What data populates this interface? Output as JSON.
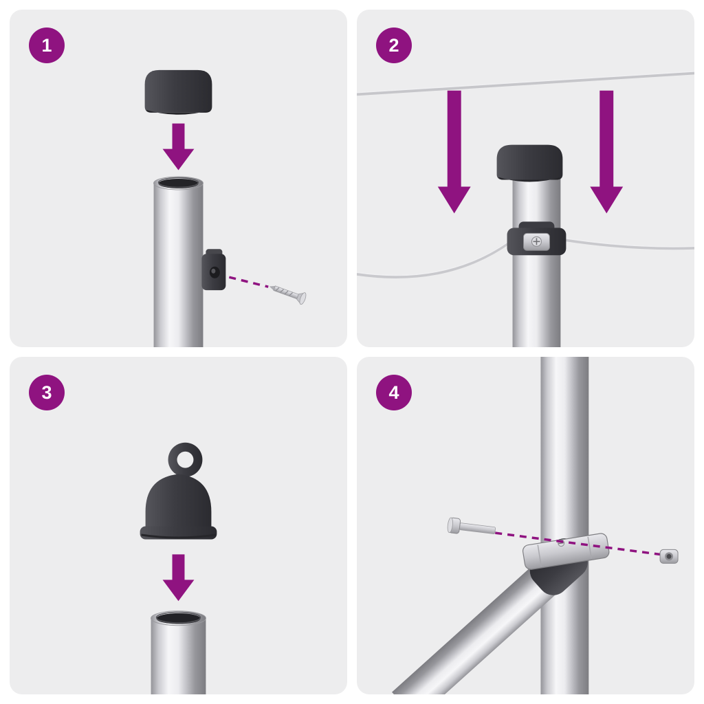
{
  "colors": {
    "accent": "#8F1380",
    "panel_bg": "#EDEDEE",
    "part_dark": "#3B3B40",
    "chrome_light": "#F6F6F8",
    "chrome_dark": "#7C7C81",
    "wire_gray": "#C9C9CD"
  },
  "steps": [
    {
      "number": "1",
      "icon": "cap-onto-post-step-icon"
    },
    {
      "number": "2",
      "icon": "wires-down-tension-clamp-step-icon"
    },
    {
      "number": "3",
      "icon": "eyelet-cap-onto-post-step-icon"
    },
    {
      "number": "4",
      "icon": "diagonal-brace-bolt-clamp-step-icon"
    }
  ]
}
